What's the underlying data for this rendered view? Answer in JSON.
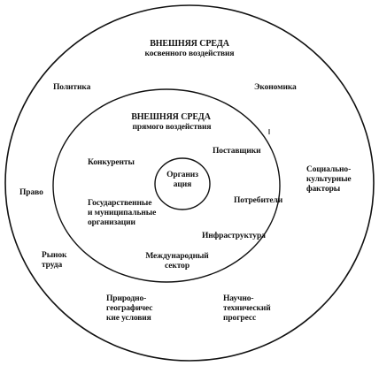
{
  "outer": {
    "title": "ВНЕШНЯЯ СРЕДА",
    "subtitle": "косвенного воздействия",
    "factors": {
      "politics": "Политика",
      "economy": "Экономика",
      "law": "Право",
      "sociocultural": "Социально-\nкультурные\nфакторы",
      "labor_market": "Рынок\nтруда",
      "natural_geo": "Природно-\nгеографичес\nкие условия",
      "scientific_tech": "Научно-\nтехнический\nпрогресс"
    }
  },
  "inner": {
    "title": "ВНЕШНЯЯ СРЕДА",
    "subtitle": "прямого воздействия",
    "factors": {
      "competitors": "Конкуренты",
      "suppliers": "Поставщики",
      "consumers": "Потребители",
      "state_orgs": "Государственные\nи муниципальные\nорганизации",
      "infrastructure": "Инфраструктура",
      "international": "Международный\nсектор"
    }
  },
  "core": {
    "label": "Организация"
  },
  "colors": {
    "line": "#111111",
    "text": "#111111",
    "background": "#ffffff"
  }
}
